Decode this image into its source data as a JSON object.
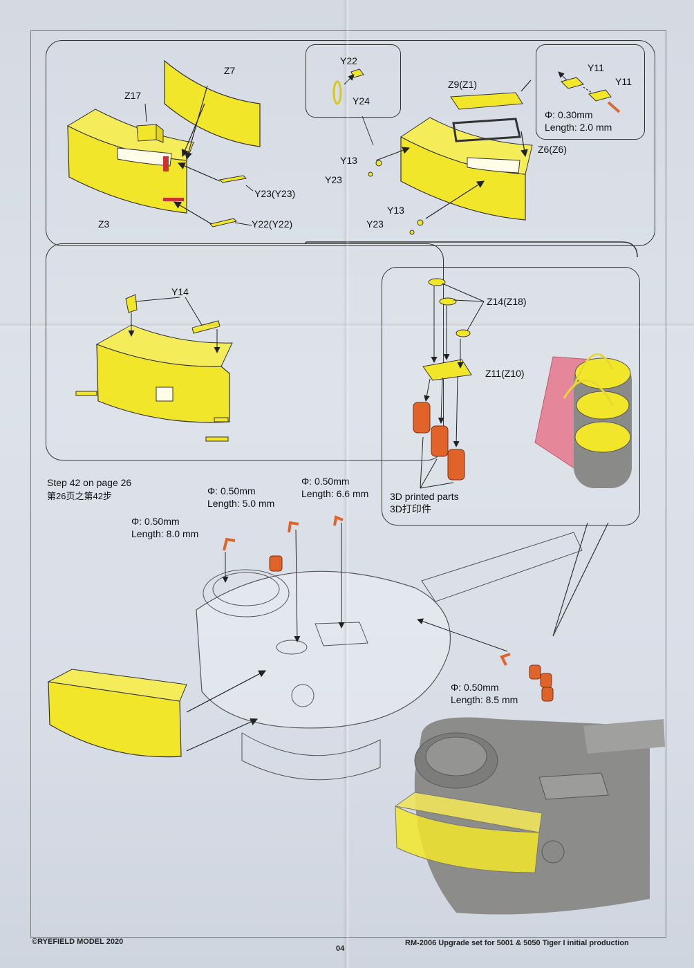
{
  "labels": {
    "z7": "Z7",
    "z17": "Z17",
    "z3": "Z3",
    "y23_y23": "Y23(Y23)",
    "y22_y22": "Y22(Y22)",
    "y22": "Y22",
    "y24": "Y24",
    "y13_a": "Y13",
    "y23_a": "Y23",
    "y13_b": "Y13",
    "y23_b": "Y23",
    "z9_z1": "Z9(Z1)",
    "z6_z6": "Z6(Z6)",
    "y11_a": "Y11",
    "y11_b": "Y11",
    "phi_030": "Φ: 0.30mm",
    "len_20": "Length: 2.0 mm",
    "y14": "Y14",
    "z14_z18": "Z14(Z18)",
    "z11_z10": "Z11(Z10)",
    "printed_en": "3D printed parts",
    "printed_cn": "3D打印件",
    "step_en": "Step 42 on page 26",
    "step_cn": "第26页之第42步",
    "phi_050_a": "Φ: 0.50mm",
    "len_80": "Length: 8.0 mm",
    "phi_050_b": "Φ: 0.50mm",
    "len_50": "Length: 5.0 mm",
    "phi_050_c": "Φ: 0.50mm",
    "len_66": "Length: 6.6 mm",
    "phi_050_d": "Φ: 0.50mm",
    "len_85": "Length: 8.5 mm"
  },
  "footer": {
    "copyright": "©RYEFIELD MODEL 2020",
    "page": "04",
    "product": "RM-2006 Upgrade set for 5001 & 5050 Tiger I initial production"
  },
  "colors": {
    "part_yellow": "#f2e62a",
    "printed_orange": "#e0642a",
    "pink": "#e6869a",
    "turret_gray": "#8a8a88"
  }
}
